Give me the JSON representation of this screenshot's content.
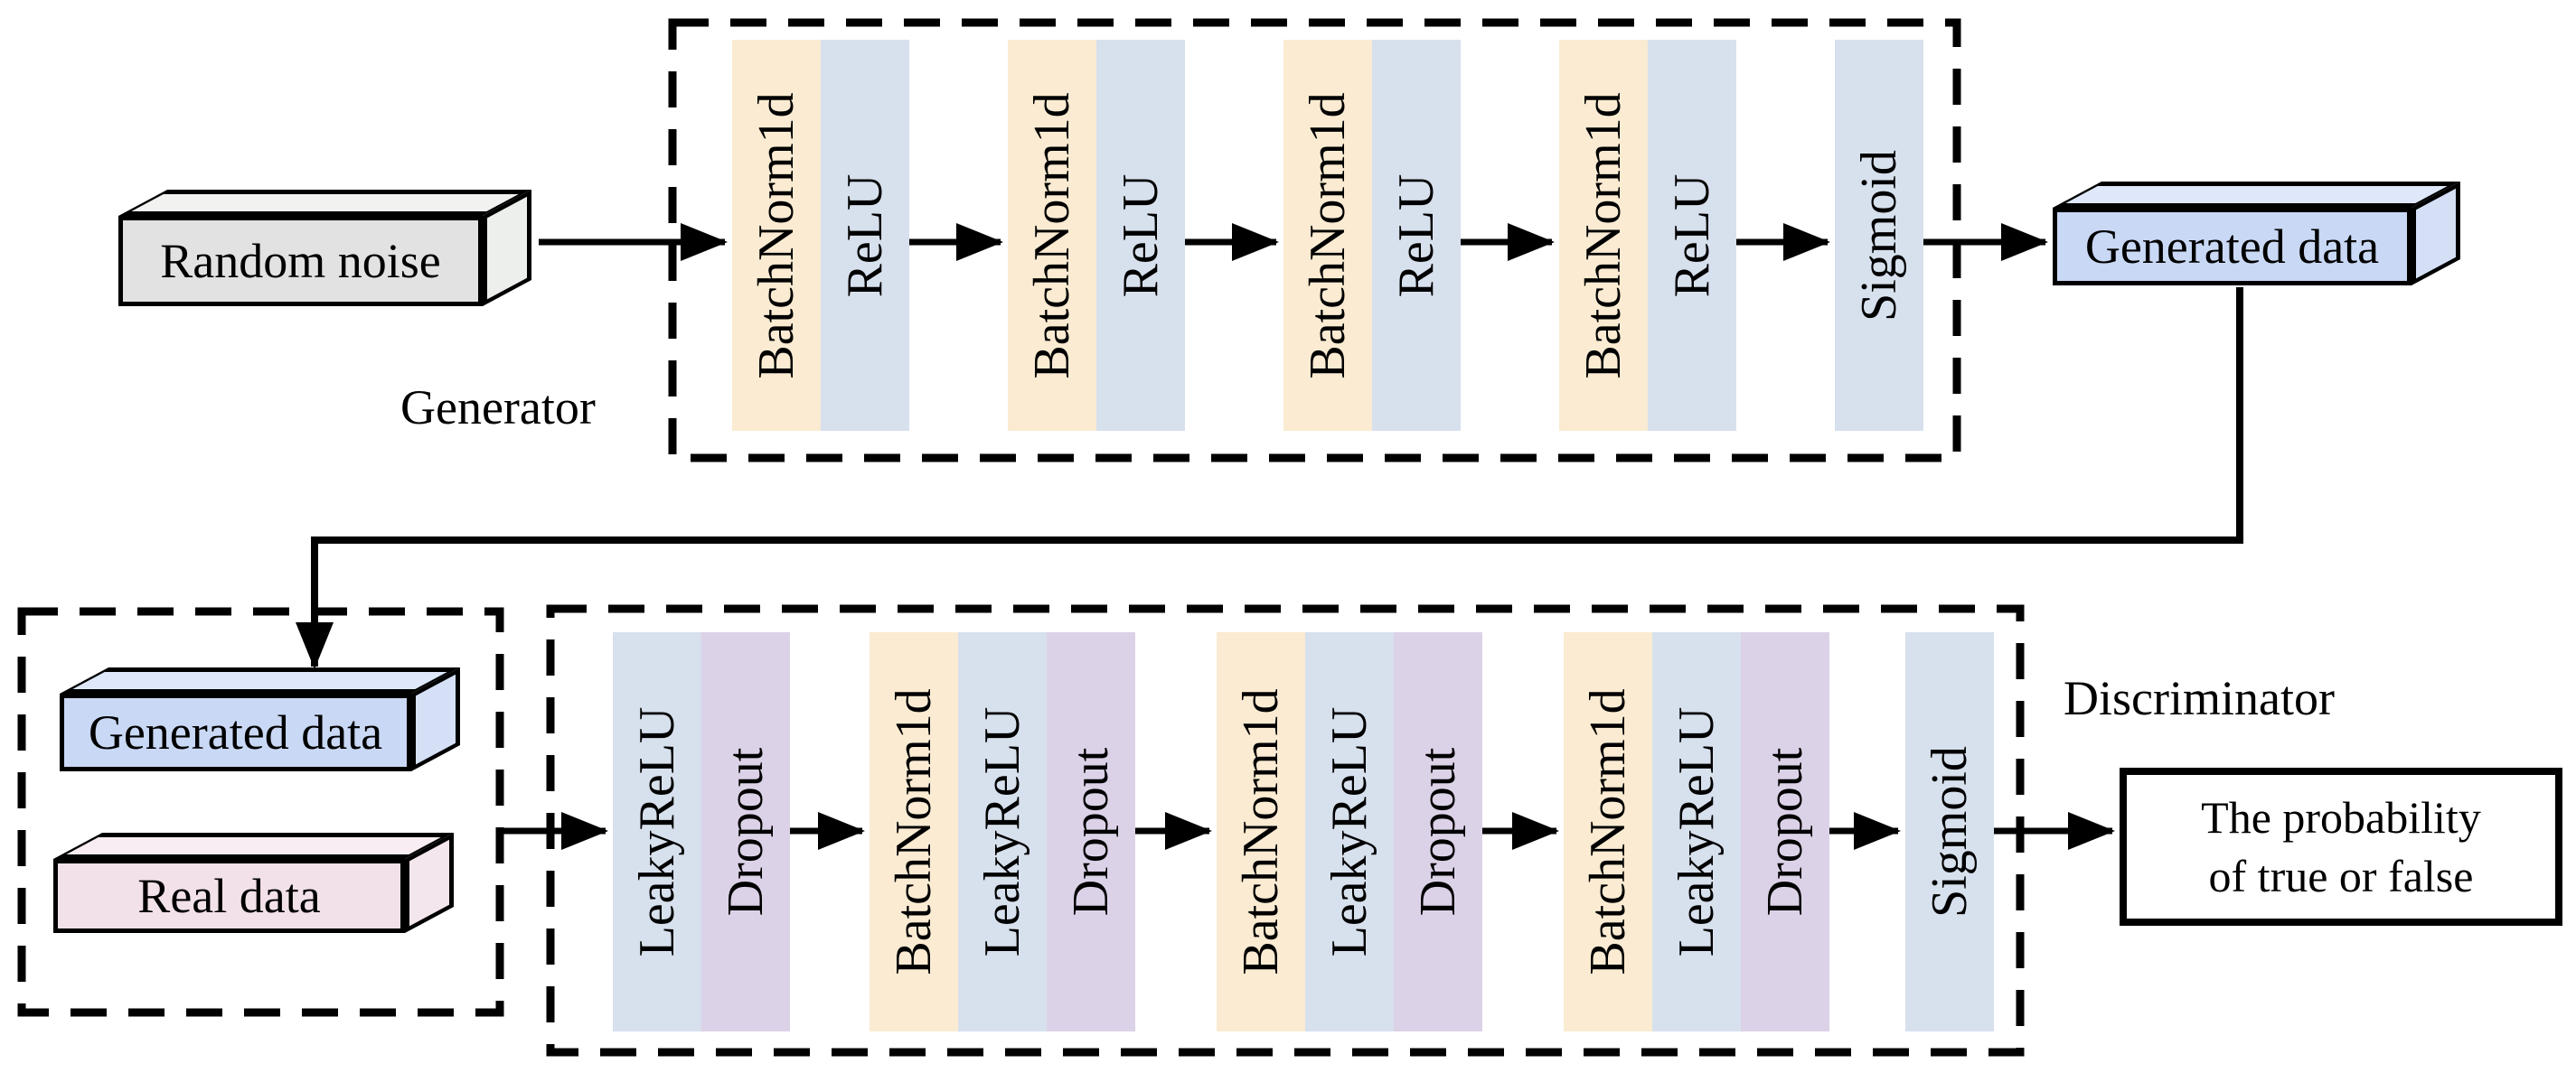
{
  "title": "GAN architecture diagram",
  "colors": {
    "batchnorm": "#FAEBD2",
    "relu": "#D7E0ED",
    "dropout": "#DCD2E8",
    "noise-front": "#E2E2E2",
    "noise-top": "#F2F2F1",
    "noise-side": "#ECEFEC",
    "gendata-front": "#C9D8F4",
    "gendata-top": "#DEE8FA",
    "gendata-side": "#D5E0F7",
    "realdata-front": "#F2E1E9",
    "realdata-top": "#F8EDF2",
    "realdata-side": "#F4E6ED",
    "ink": "#000000"
  },
  "generator": {
    "label": "Generator",
    "input_box": {
      "label": "Random noise"
    },
    "layers": [
      "BatchNorm1d",
      "ReLU",
      "BatchNorm1d",
      "ReLU",
      "BatchNorm1d",
      "ReLU",
      "BatchNorm1d",
      "ReLU",
      "Sigmoid"
    ],
    "output_box": {
      "label": "Generated data"
    }
  },
  "discriminator": {
    "label": "Discriminator",
    "input_boxes": [
      {
        "label": "Generated data"
      },
      {
        "label": "Real data"
      }
    ],
    "layers": [
      "LeakyReLU",
      "Dropout",
      "BatchNorm1d",
      "LeakyReLU",
      "Dropout",
      "BatchNorm1d",
      "LeakyReLU",
      "Dropout",
      "BatchNorm1d",
      "LeakyReLU",
      "Dropout",
      "Sigmoid"
    ],
    "output_box": {
      "label": "The probability\nof true or false"
    }
  }
}
